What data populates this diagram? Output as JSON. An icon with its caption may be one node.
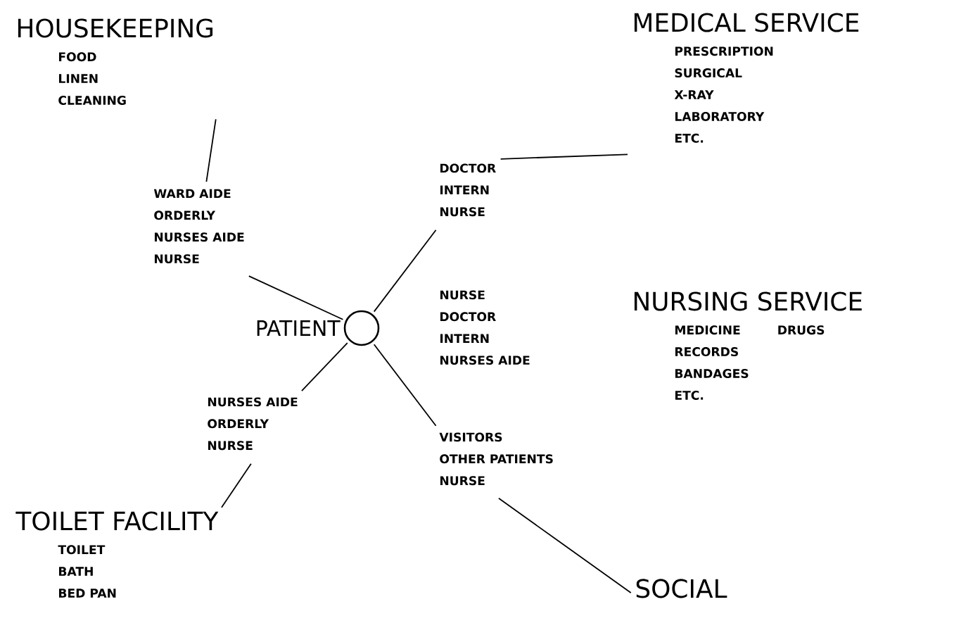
{
  "diagram": {
    "nodes": [
      {
        "text": [
          "HOUSEKEEPING",
          "FOOD",
          "LINEN",
          "CLEANING"
        ]
      },
      {
        "text": [
          "WARD AIDE",
          "ORDERLY",
          "NURSES AIDE",
          "NURSE"
        ]
      },
      {
        "text": [],
        "shape": "circle",
        "beside": [
          "PATIENT"
        ]
      },
      {
        "text": [
          "MEDICAL SERVICE",
          "PRESCRIPTION",
          "SURGICAL",
          "X-RAY",
          "LABORATORY",
          "ETC."
        ]
      },
      {
        "text": [
          "DOCTOR",
          "INTERN",
          "NURSE"
        ]
      },
      {
        "text": [
          "NURSING SERVICE",
          "MEDICINE",
          "DRUGS",
          "RECORDS",
          "BANDAGES",
          "ETC."
        ]
      },
      {
        "text": [
          "NURSE",
          "DOCTOR",
          "INTERN",
          "NURSES AIDE"
        ]
      },
      {
        "text": [
          "NURSES AIDE",
          "ORDERLY",
          "NURSE"
        ]
      },
      {
        "text": [
          "TOILET FACILITY",
          "TOILET",
          "BATH",
          "BED PAN"
        ]
      },
      {
        "text": [
          "VISITORS",
          "OTHER PATIENTS",
          "NURSE"
        ]
      },
      {
        "text": [
          "SOCIAL"
        ]
      }
    ],
    "edges": [
      {
        "from": 0,
        "to": 1,
        "arrow": "none"
      },
      {
        "from": 1,
        "to": 2,
        "arrow": "none"
      },
      {
        "from": 2,
        "to": 4,
        "arrow": "none"
      },
      {
        "from": 4,
        "to": 3,
        "arrow": "none"
      },
      {
        "from": 2,
        "to": 7,
        "arrow": "none"
      },
      {
        "from": 7,
        "to": 8,
        "arrow": "none"
      },
      {
        "from": 2,
        "to": 9,
        "arrow": "none"
      },
      {
        "from": 9,
        "to": 10,
        "arrow": "none"
      }
    ]
  }
}
